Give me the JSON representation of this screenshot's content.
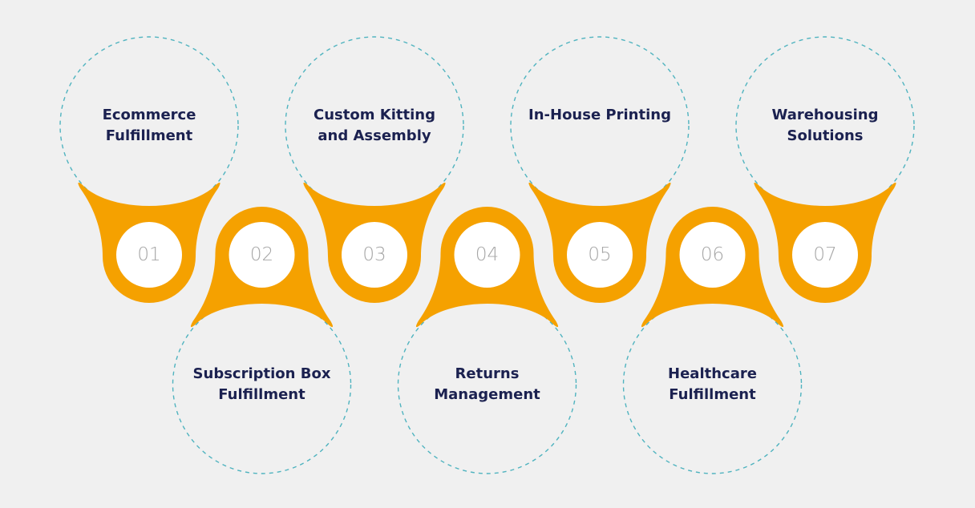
{
  "colors": {
    "background": "#f0f0f0",
    "accent": "#f5a100",
    "dashed_circle": "#4fb3bf",
    "label_text": "#1b2150",
    "number_text": "#a6a6a6",
    "number_disc": "#ffffff"
  },
  "steps": [
    {
      "number": "01",
      "label": "Ecommerce Fulfillment",
      "position": "top"
    },
    {
      "number": "02",
      "label": "Subscription Box Fulfillment",
      "position": "bottom"
    },
    {
      "number": "03",
      "label": "Custom Kitting and Assembly",
      "position": "top"
    },
    {
      "number": "04",
      "label": "Returns Management",
      "position": "bottom"
    },
    {
      "number": "05",
      "label": "In-House Printing",
      "position": "top"
    },
    {
      "number": "06",
      "label": "Healthcare Fulfillment",
      "position": "bottom"
    },
    {
      "number": "07",
      "label": "Warehousing Solutions",
      "position": "top"
    }
  ]
}
